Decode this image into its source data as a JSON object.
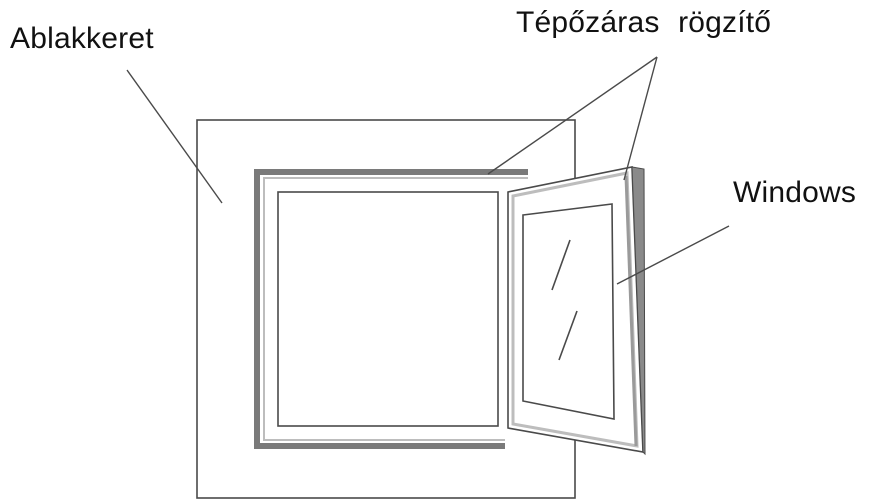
{
  "labels": {
    "frame": "Ablakkeret",
    "velcro_fastener": "Tépőzáras rögzítő",
    "window": "Windows"
  },
  "colors": {
    "background": "#ffffff",
    "line": "#4a4a4a",
    "frame_thick": "#7a7a7a",
    "panel_light": "#bdbdbd",
    "text": "#111111"
  }
}
